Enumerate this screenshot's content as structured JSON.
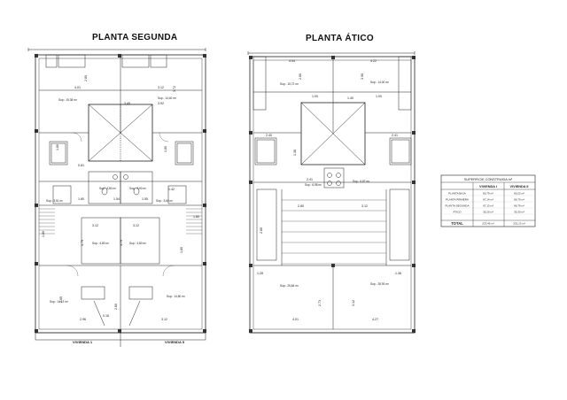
{
  "plans": {
    "segunda": {
      "title": "PLANTA SEGUNDA",
      "dims": [
        "4.01",
        "3.12",
        "2.80",
        "3.92",
        "0.81",
        "1.80",
        "1.54",
        "1.42",
        "1.80",
        "1.55",
        "1.80",
        "1.80",
        "3.12",
        "3.79",
        "3.79",
        "3.12",
        "2.96",
        "0.16",
        "2.65",
        "2.80",
        "1.80",
        "1.80",
        "3.45",
        "3.72",
        "3.12"
      ],
      "labels": {
        "sup_tl": "Sup.: 15,38 m²",
        "sup_tr": "Sup.: 14,40 m²",
        "sup_ml": "Sup.: 4,80 m²",
        "sup_mr": "Sup.: 4,80 m²",
        "sup_bl": "Sup.: 4,80 m²",
        "sup_br": "Sup.: 4,90 m²",
        "sup_botl": "Sup.: 14,13 m²",
        "sup_botr": "Sup.: 14,80 m²",
        "sup_sm_l": "Sup.: 3,61 m²",
        "sup_sm_r": "Sup.: 3,64 m²"
      },
      "vivienda_1": "VIVIENDA 1",
      "vivienda_2": "VIVIENDA II"
    },
    "atico": {
      "title": "PLANTA ÁTICO",
      "dims": [
        "4.04",
        "4.22",
        "2.80",
        "3.90",
        "1.00",
        "1.40",
        "1.00",
        "2.41",
        "2.40",
        "2.41",
        "2.80",
        "3.12",
        "2.80",
        "1.28",
        "1.36",
        "1.38",
        "2.73",
        "3.12",
        "4.01",
        "4.27"
      ],
      "labels": {
        "sup_tl": "Sup.: 15,72 m²",
        "sup_tr": "Sup.: 14,00 m²",
        "sup_ml": "Sup.: 6,98 m²",
        "sup_mr": "Sup.: 6,87 m²",
        "sup_bl": "Sup.: 25,84 m²",
        "sup_br": "Sup.: 28,93 m²"
      }
    }
  },
  "table": {
    "title": "SUPERFICIE CONSTRUIDA m²",
    "headers": [
      "VIVIENDA I",
      "VIVIENDA II"
    ],
    "rows": [
      {
        "label": "PLANTA BAJA",
        "v1": "60,79 m²",
        "v2": "60,22 m²"
      },
      {
        "label": "PLANTA PRIMERA",
        "v1": "67,14 m²",
        "v2": "66,79 m²"
      },
      {
        "label": "PLANTA SEGUNDA",
        "v1": "67,13 m²",
        "v2": "66,79 m²"
      },
      {
        "label": "ÁTICO",
        "v1": "35,20 m²",
        "v2": "35,30 m²"
      }
    ],
    "total": {
      "label": "TOTAL",
      "v1": "223,46 m²",
      "v2": "231,13 m²"
    }
  }
}
